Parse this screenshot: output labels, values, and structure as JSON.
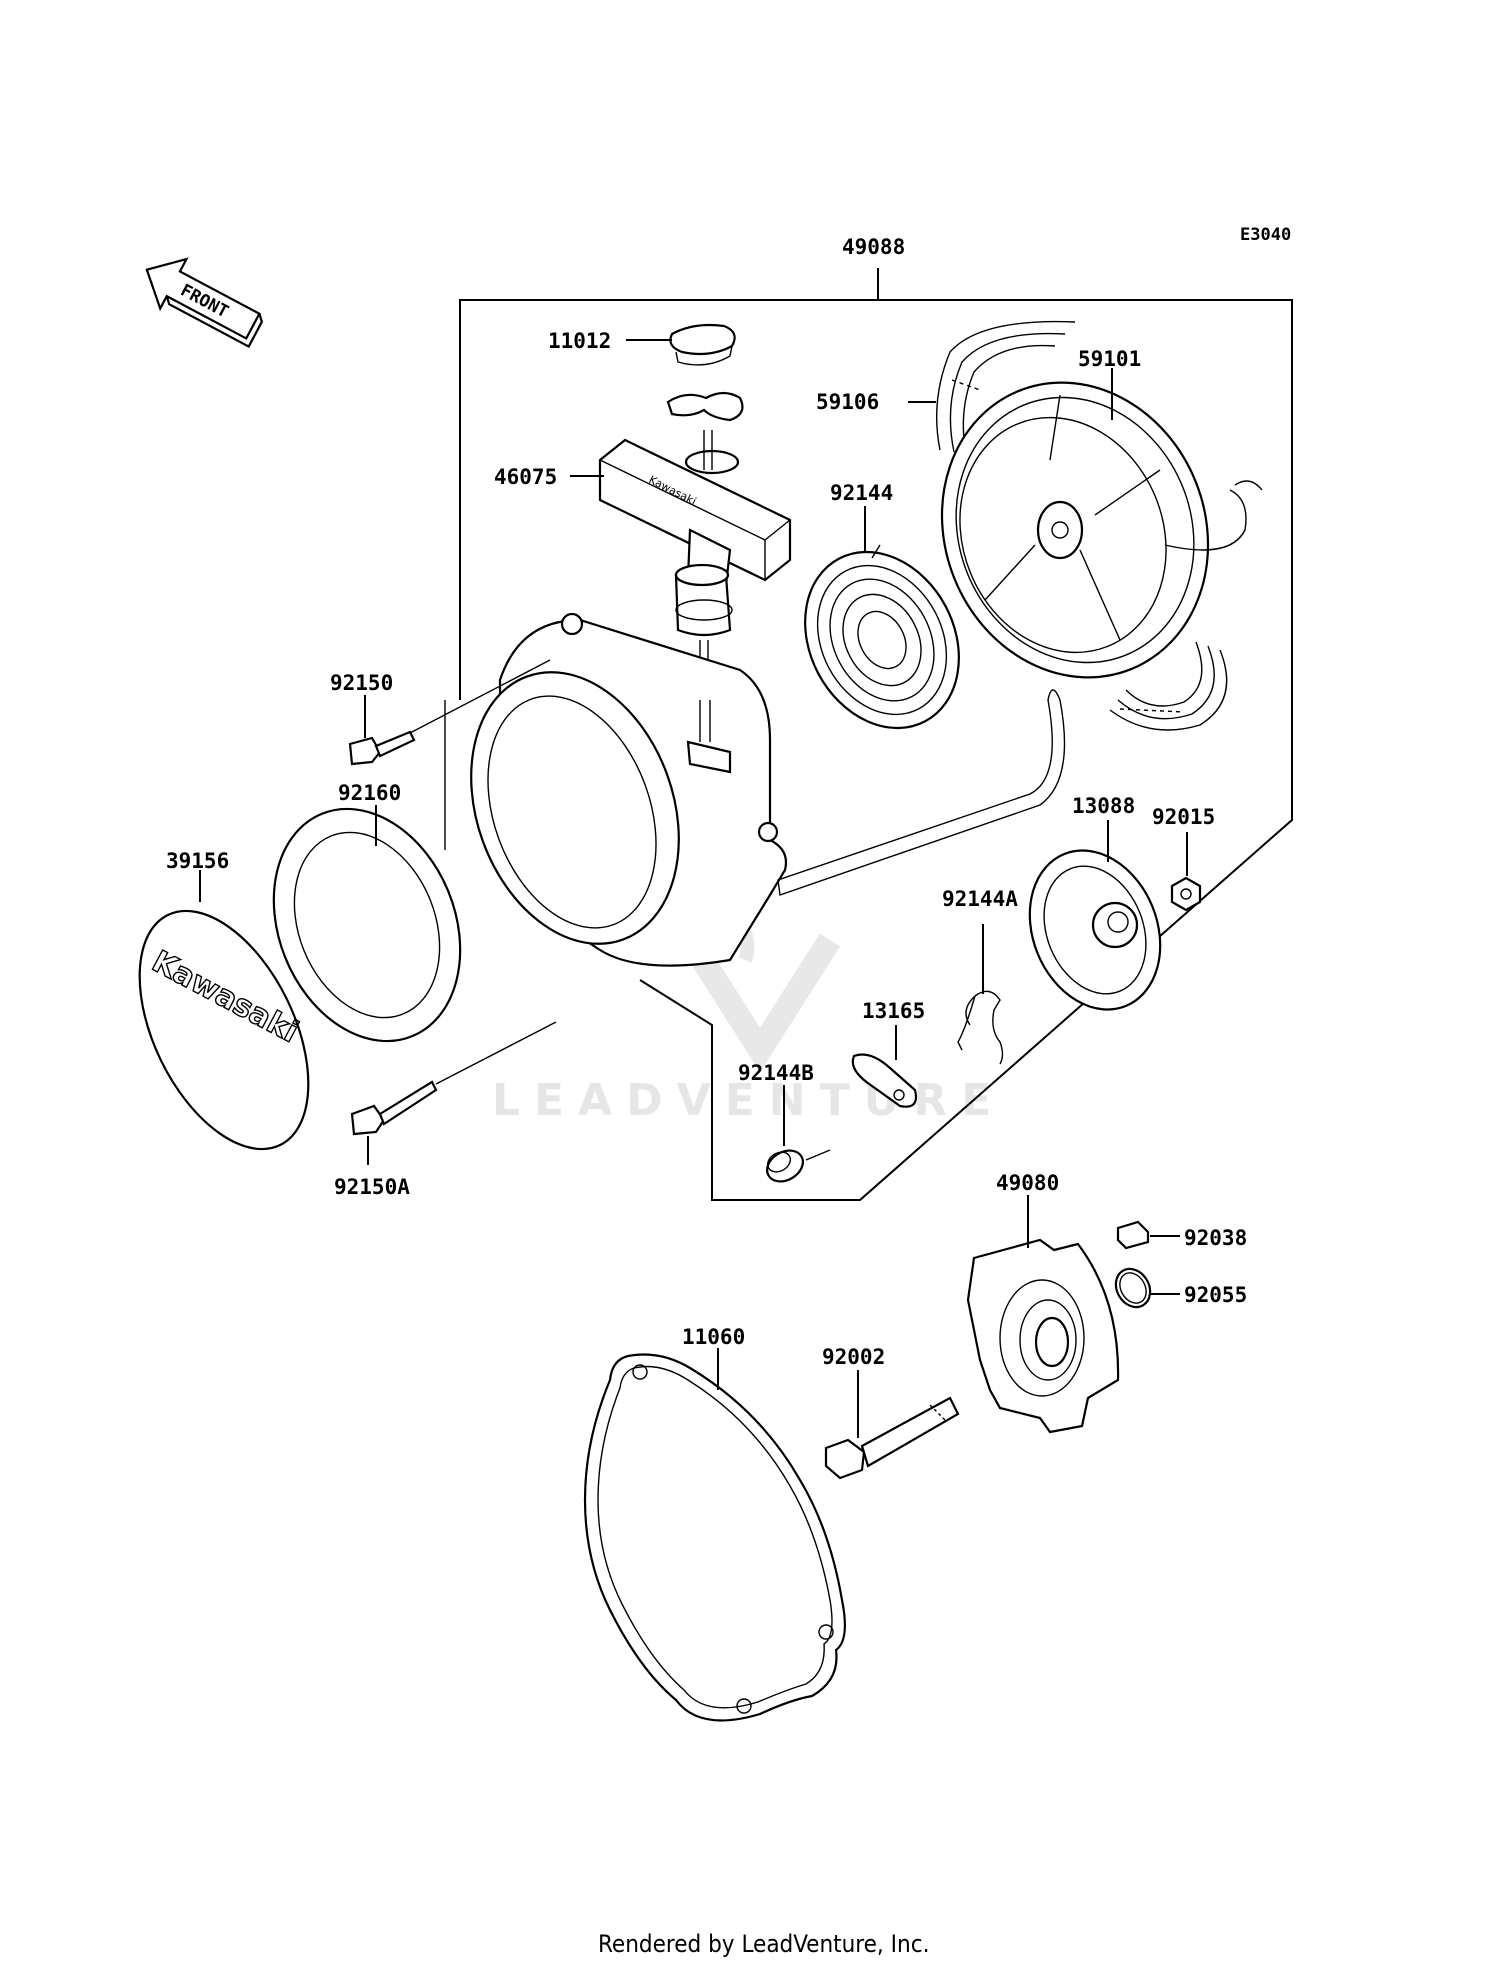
{
  "diagram_code": "E3040",
  "front_arrow_label": "FRONT",
  "watermark": "LEADVENTURE",
  "footer": "Rendered by LeadVenture, Inc.",
  "cover_brand": "Kawasaki",
  "handle_brand": "Kawasaki",
  "parts": {
    "p49088": "49088",
    "p11012": "11012",
    "p59101": "59101",
    "p59106": "59106",
    "p46075": "46075",
    "p92144": "92144",
    "p92150": "92150",
    "p92160": "92160",
    "p39156": "39156",
    "p13088": "13088",
    "p92015": "92015",
    "p92144A": "92144A",
    "p13165": "13165",
    "p92144B": "92144B",
    "p92150A": "92150A",
    "p49080": "49080",
    "p92038": "92038",
    "p92055": "92055",
    "p11060": "11060",
    "p92002": "92002"
  }
}
